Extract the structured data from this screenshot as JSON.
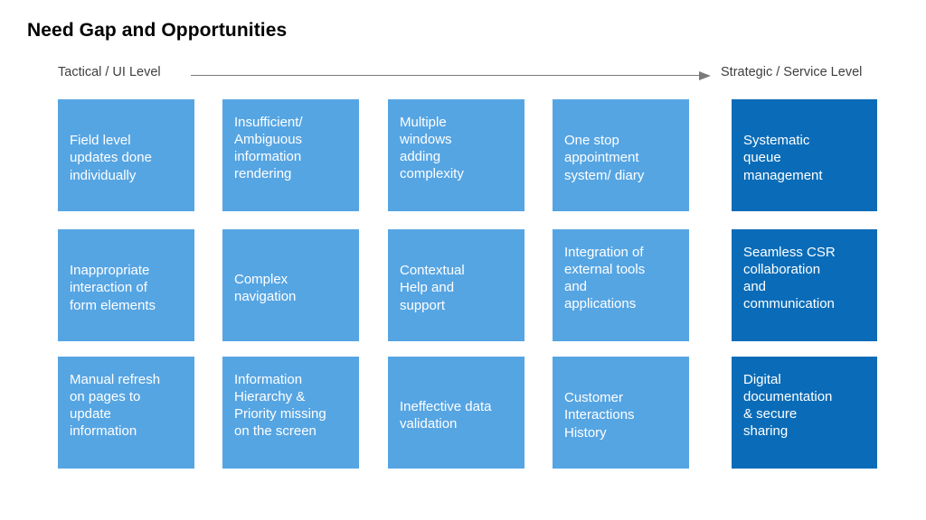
{
  "page": {
    "title": "Need Gap and Opportunities",
    "background_color": "#ffffff"
  },
  "axis": {
    "left_label": "Tactical / UI Level",
    "right_label": "Strategic / Service Level",
    "arrow_color": "#7a7a7a",
    "label_color": "#3f3f3f",
    "direction": "left-to-right"
  },
  "colors": {
    "card_light": "#56a5e3",
    "card_dark": "#0a6cb8",
    "card_text": "#ffffff",
    "title_text": "#000000"
  },
  "grid": {
    "rows": [
      {
        "cards": [
          {
            "text": "Field level\nupdates done\nindividually",
            "theme": "light",
            "align": "middle"
          },
          {
            "text": "Insufficient/\nAmbiguous\ninformation\nrendering",
            "theme": "light",
            "align": "top"
          },
          {
            "text": "Multiple\nwindows\nadding\ncomplexity",
            "theme": "light",
            "align": "top"
          },
          {
            "text": "One stop\nappointment\nsystem/ diary",
            "theme": "light",
            "align": "middle"
          },
          {
            "text": "Systematic\nqueue\nmanagement",
            "theme": "dark",
            "align": "middle"
          }
        ]
      },
      {
        "cards": [
          {
            "text": "Inappropriate\ninteraction of\nform elements",
            "theme": "light",
            "align": "middle"
          },
          {
            "text": "Complex\nnavigation",
            "theme": "light",
            "align": "middle"
          },
          {
            "text": "Contextual\nHelp and\nsupport",
            "theme": "light",
            "align": "middle"
          },
          {
            "text": "Integration of\nexternal tools\nand\napplications",
            "theme": "light",
            "align": "top"
          },
          {
            "text": "Seamless CSR\ncollaboration\nand\ncommunication",
            "theme": "dark",
            "align": "top"
          }
        ]
      },
      {
        "cards": [
          {
            "text": "Manual refresh\non pages to\nupdate\ninformation",
            "theme": "light",
            "align": "top"
          },
          {
            "text": "Information\nHierarchy &\nPriority missing\non the screen",
            "theme": "light",
            "align": "top"
          },
          {
            "text": "Ineffective data\nvalidation",
            "theme": "light",
            "align": "middle"
          },
          {
            "text": "Customer\nInteractions\nHistory",
            "theme": "light",
            "align": "middle"
          },
          {
            "text": "Digital\ndocumentation\n& secure\nsharing",
            "theme": "dark",
            "align": "top"
          }
        ]
      }
    ]
  }
}
